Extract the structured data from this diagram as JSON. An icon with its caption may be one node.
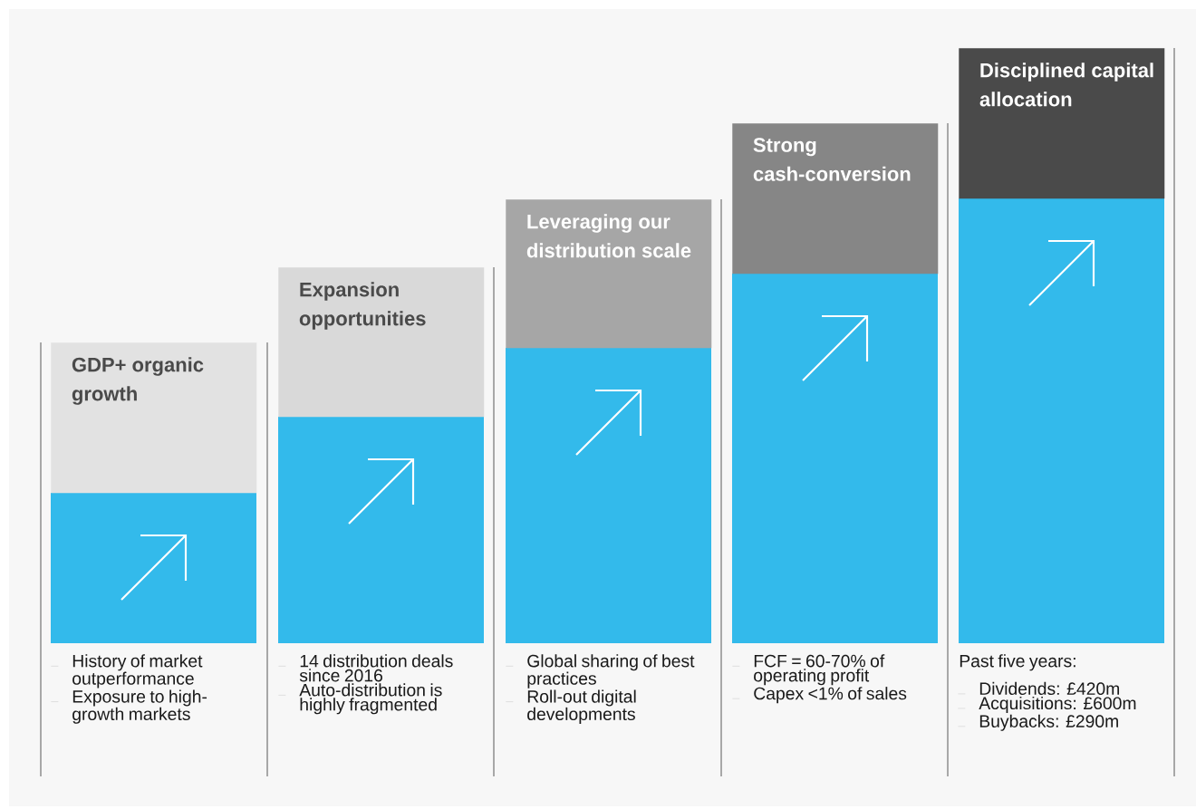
{
  "diagram": {
    "nodes": [
      {
        "text": [
          "GDP+ organic growth"
        ],
        "beside": [
          "History of market outperformance",
          "Exposure to high-growth markets"
        ]
      },
      {
        "text": [
          "Expansion opportunities"
        ],
        "beside": [
          "14 distribution deals since 2016",
          "Auto-distribution is highly fragmented"
        ]
      },
      {
        "text": [
          "Leveraging our distribution scale"
        ],
        "beside": [
          "Global sharing of best practices",
          "Roll-out digital developments"
        ]
      },
      {
        "text": [
          "Strong cash-conversion"
        ],
        "beside": [
          "FCF = 60-70% of operating profit",
          "Capex <1% of sales"
        ]
      },
      {
        "text": [
          "Disciplined capital allocation"
        ],
        "beside": [
          "Past five years:",
          "Dividends: £420m",
          "Acquisitions: £600m",
          "Buybacks: £290m"
        ]
      }
    ]
  }
}
